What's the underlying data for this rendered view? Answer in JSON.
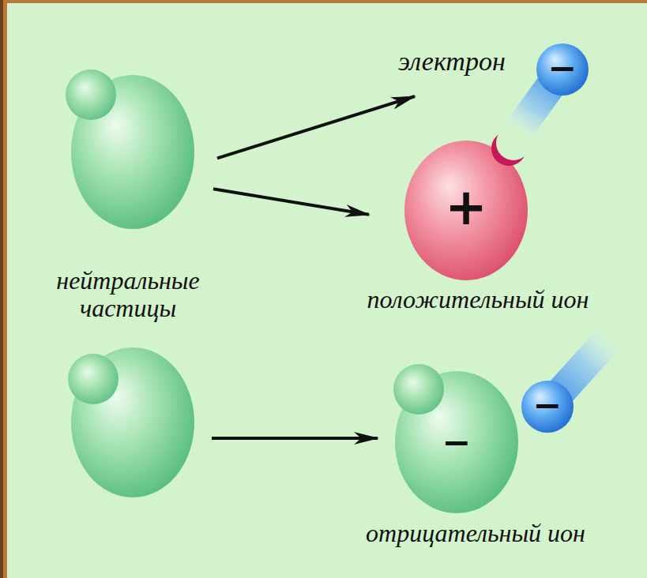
{
  "diagram": {
    "nodes": [
      {
        "text": [
          "нейтральные частицы"
        ]
      },
      {
        "text": [
          "электрон",
          "−"
        ]
      },
      {
        "text": [
          "+",
          "положительный ион"
        ]
      },
      {
        "text": [
          "−",
          "отрицательный ион"
        ]
      },
      {
        "text": [
          "−"
        ]
      }
    ],
    "edges": [
      {
        "from": 0,
        "to": 1,
        "arrow": "to"
      },
      {
        "from": 0,
        "to": 2,
        "arrow": "to"
      }
    ]
  }
}
